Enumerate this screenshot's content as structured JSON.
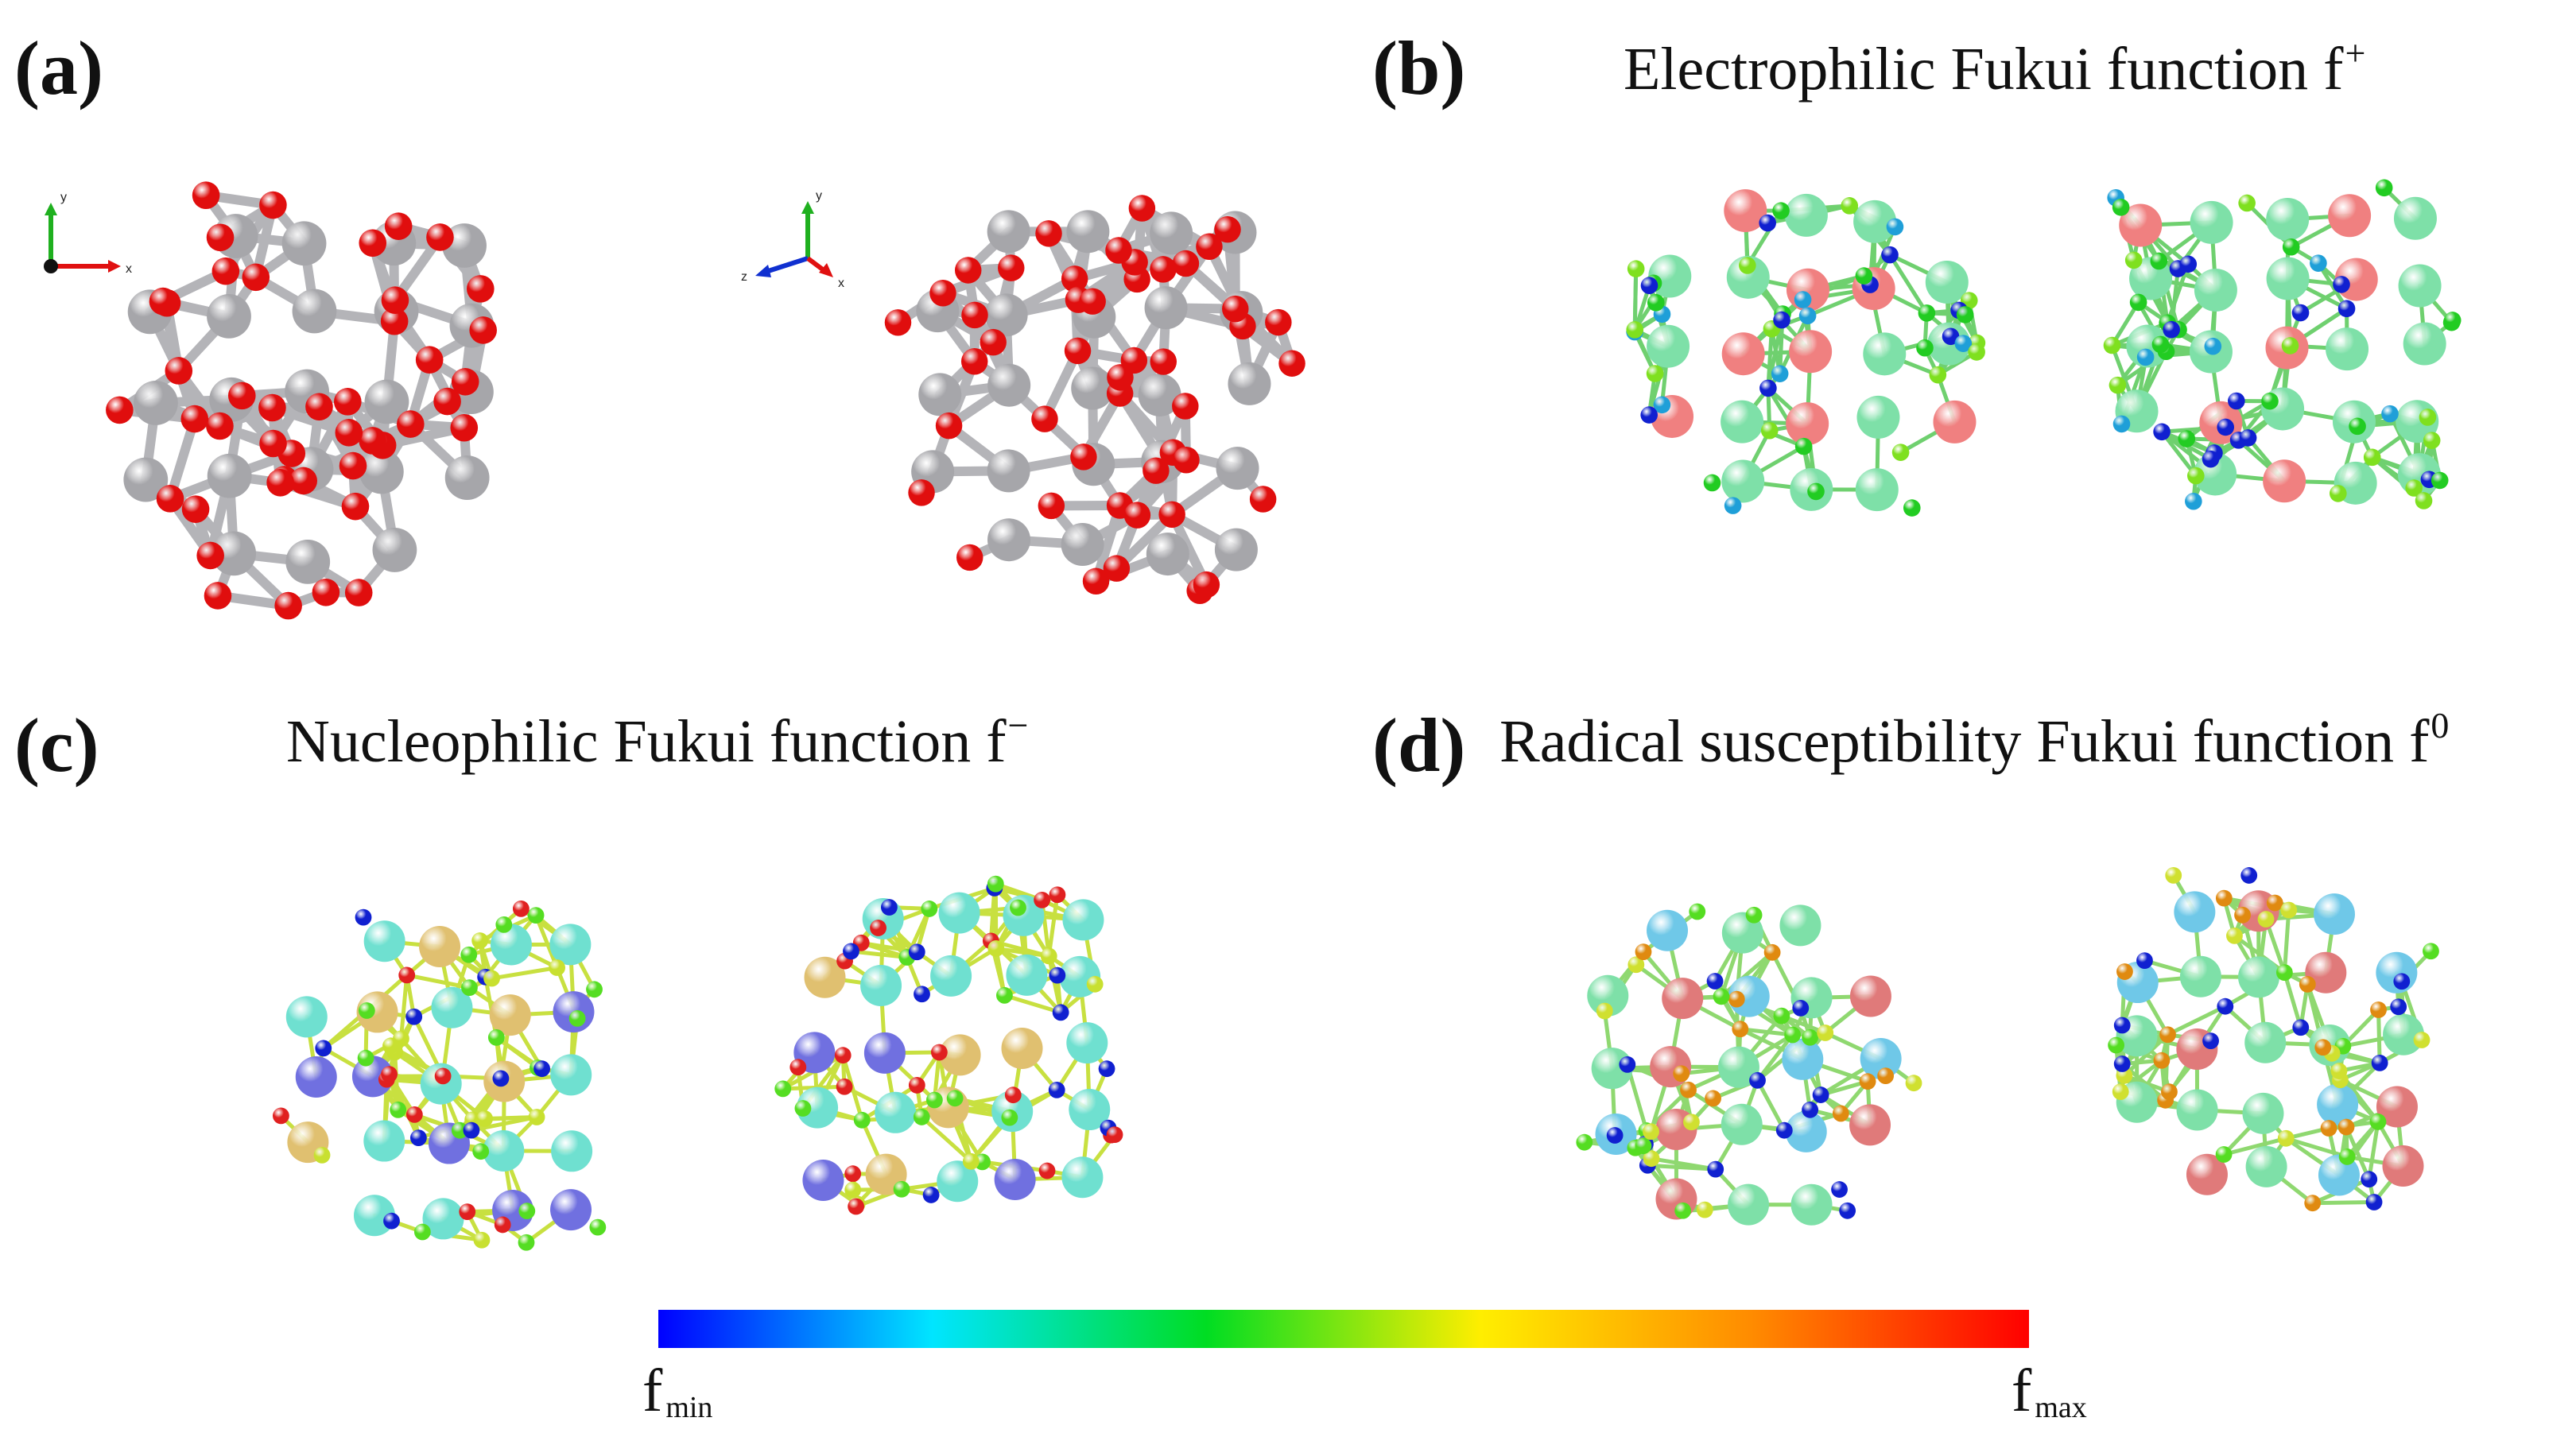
{
  "panels": {
    "a": {
      "label": "(a)"
    },
    "b": {
      "label": "(b)",
      "title": "Electrophilic Fukui function f",
      "superscript": "+"
    },
    "c": {
      "label": "(c)",
      "title": "Nucleophilic Fukui function f",
      "superscript": "−"
    },
    "d": {
      "label": "(d)",
      "title": "Radical susceptibility Fukui function f",
      "superscript": "0"
    }
  },
  "axes_triad": {
    "front": {
      "x": "x",
      "y": "y",
      "z": ""
    },
    "side": {
      "x": "x",
      "y": "y",
      "z": "z"
    }
  },
  "colorbar": {
    "min_label": "f",
    "min_sub": "min",
    "max_label": "f",
    "max_sub": "max",
    "stops": [
      "#0000ff",
      "#00e5ff",
      "#00dd22",
      "#ffee00",
      "#ff8a00",
      "#ff0000"
    ]
  },
  "colors": {
    "cerium_gray": "#a9a9ad",
    "oxygen_red": "#e01010",
    "bond_gray": "#b8b8bc"
  }
}
